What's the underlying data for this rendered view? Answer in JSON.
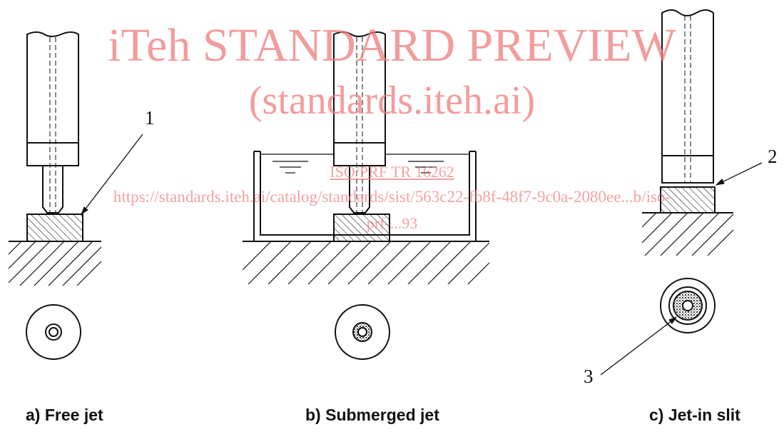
{
  "watermark": {
    "title": "iTeh STANDARD PREVIEW",
    "subtitle": "(standards.iteh.ai)",
    "doc": "ISO/PRF TR 16262",
    "url": "https://standards.iteh.ai/catalog/standards/sist/563c22-fb8f-48f7-9c0a-2080ee...b/iso-",
    "prf": "prf-...93"
  },
  "callouts": [
    "1",
    "2",
    "3"
  ],
  "captions": {
    "a": "a) Free jet",
    "b": "b) Submerged jet",
    "c": "c) Jet-in slit"
  },
  "colors": {
    "line": "#111111",
    "watermark": "#f07b7b"
  }
}
